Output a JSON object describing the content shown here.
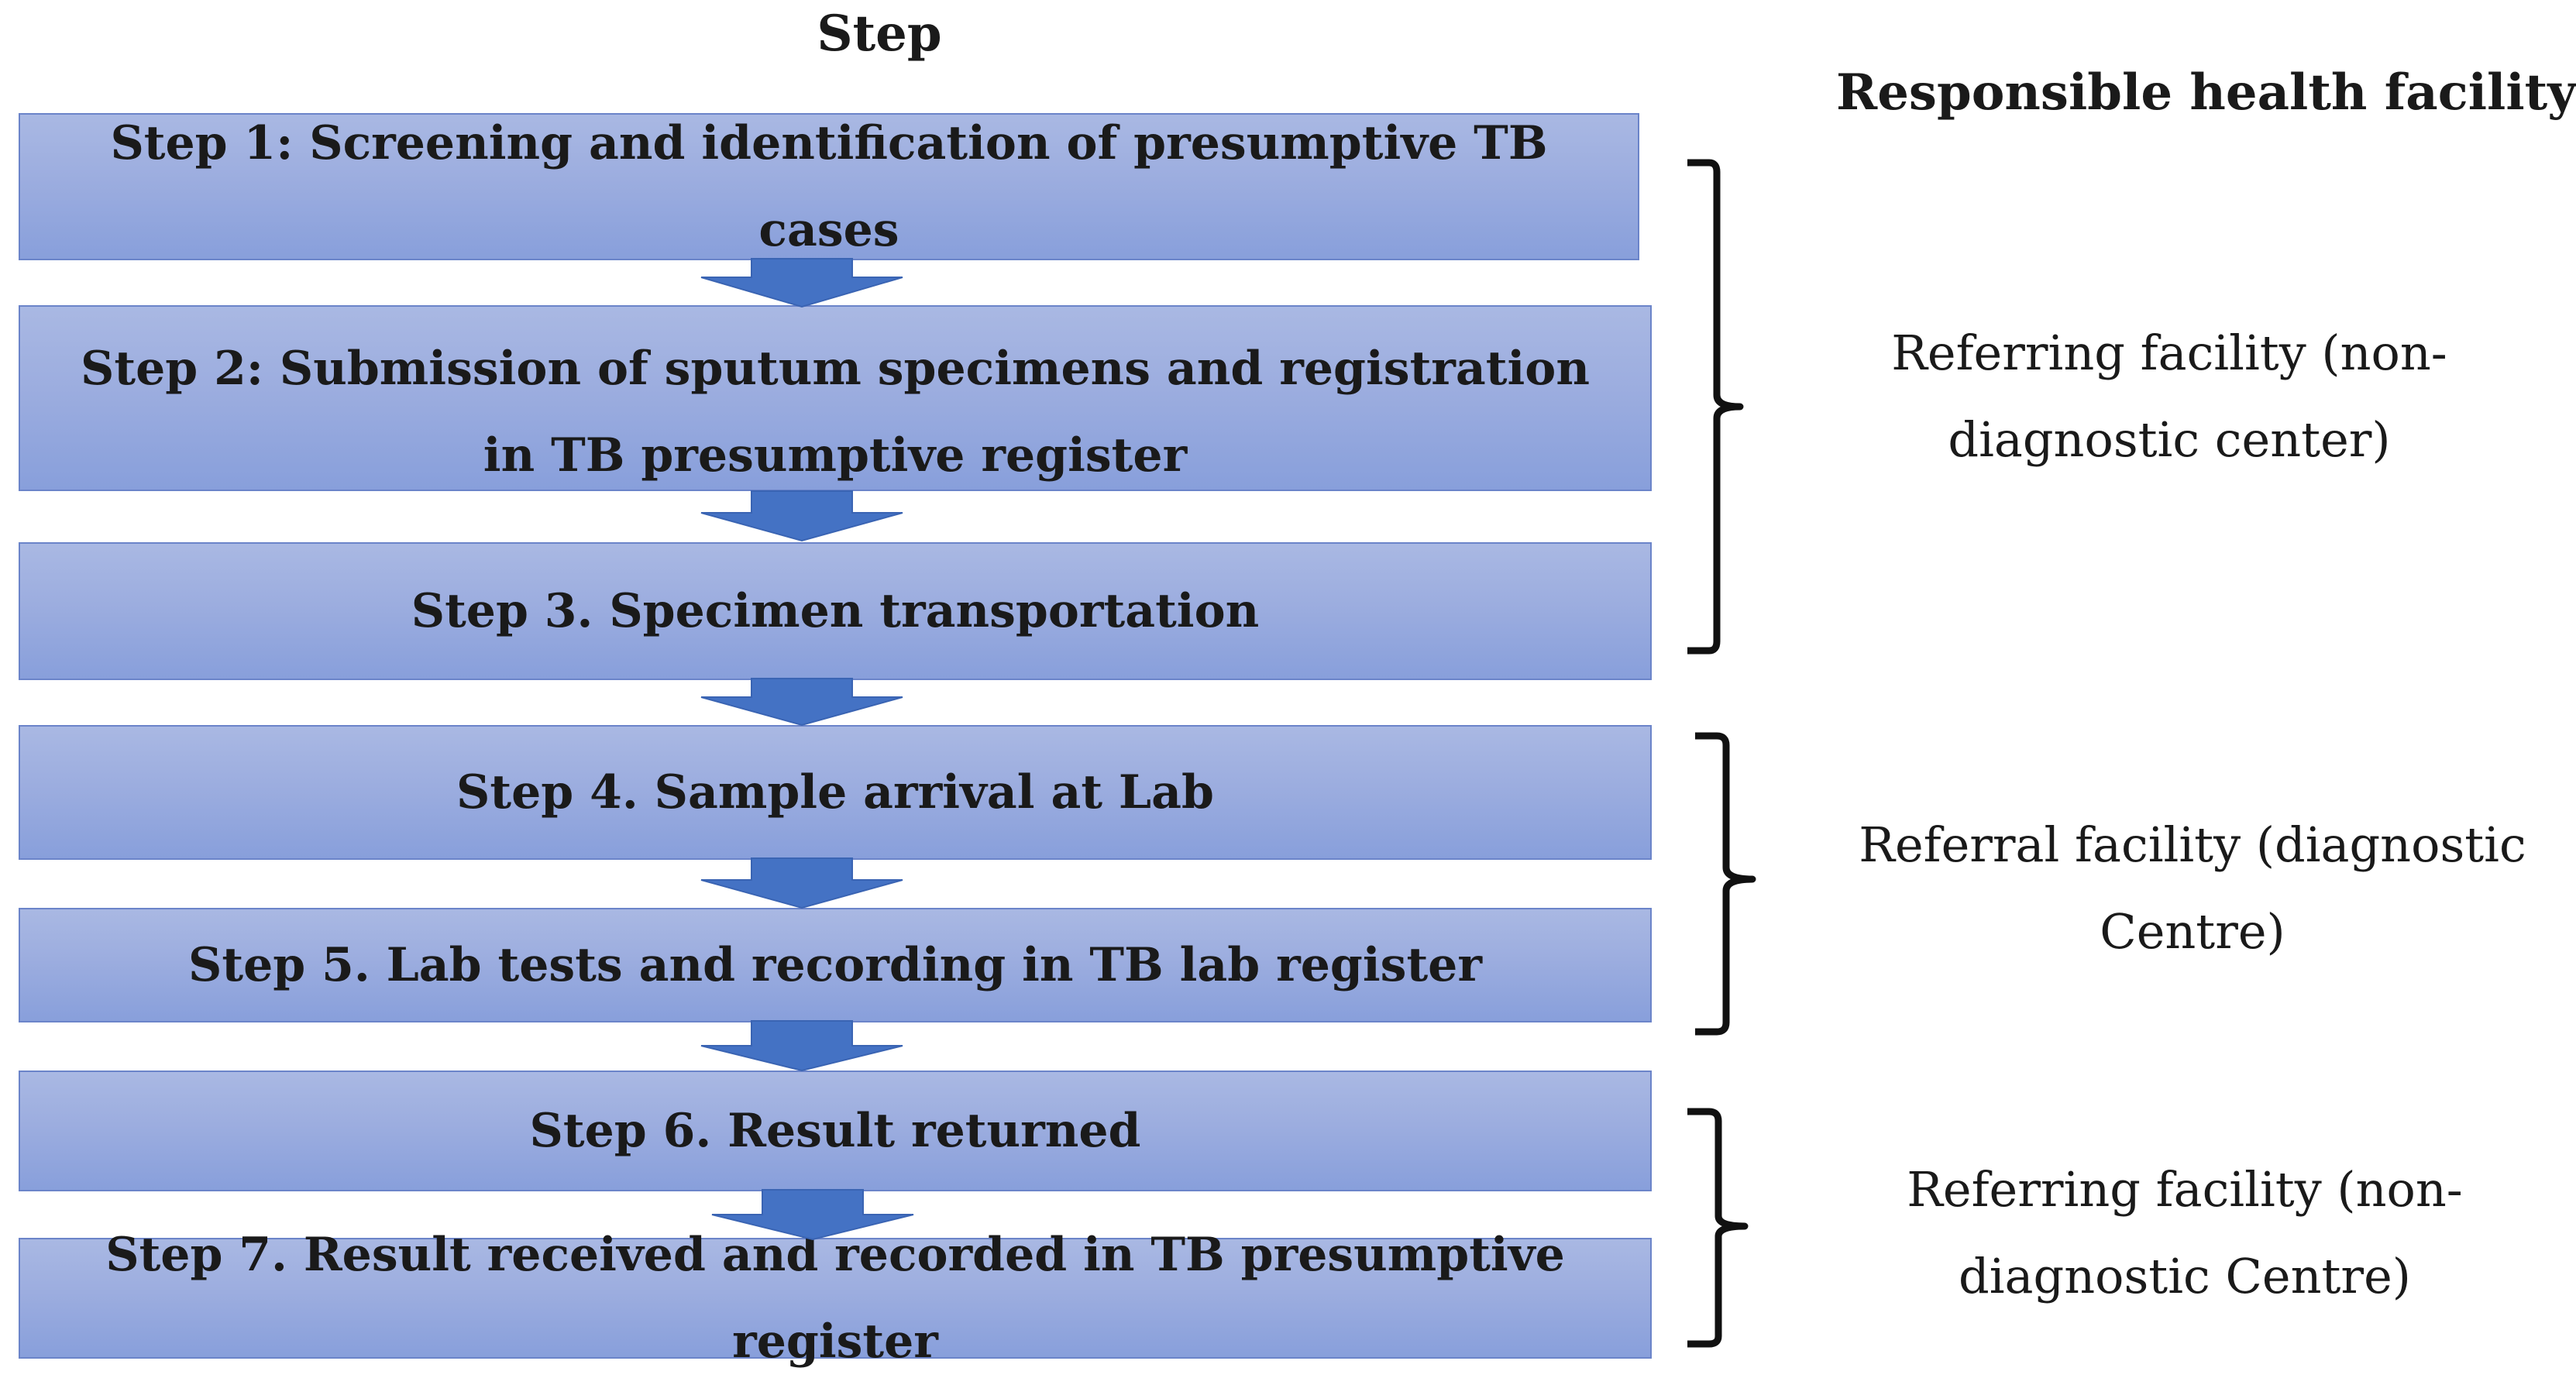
{
  "headers": {
    "step": "Step",
    "facility": "Responsible health facility"
  },
  "steps": [
    {
      "label": "Step 1: Screening and identification of presumptive TB cases"
    },
    {
      "label": "Step 2: Submission of sputum specimens and registration in TB presumptive register"
    },
    {
      "label": "Step 3. Specimen transportation"
    },
    {
      "label": "Step 4. Sample arrival at Lab"
    },
    {
      "label": "Step 5. Lab tests and recording in TB lab register"
    },
    {
      "label": "Step 6. Result returned"
    },
    {
      "label": "Step 7. Result received and recorded in TB presumptive register"
    }
  ],
  "facilities": [
    {
      "label": "Referring facility (non-diagnostic center)"
    },
    {
      "label": "Referral facility (diagnostic Centre)"
    },
    {
      "label": "Referring facility (non-diagnostic Centre)"
    }
  ],
  "colors": {
    "box_fill_top": "#a9b8e3",
    "box_fill_bottom": "#889fdb",
    "box_border": "#6b84c9",
    "arrow": "#4472c4",
    "brace": "#111111"
  }
}
